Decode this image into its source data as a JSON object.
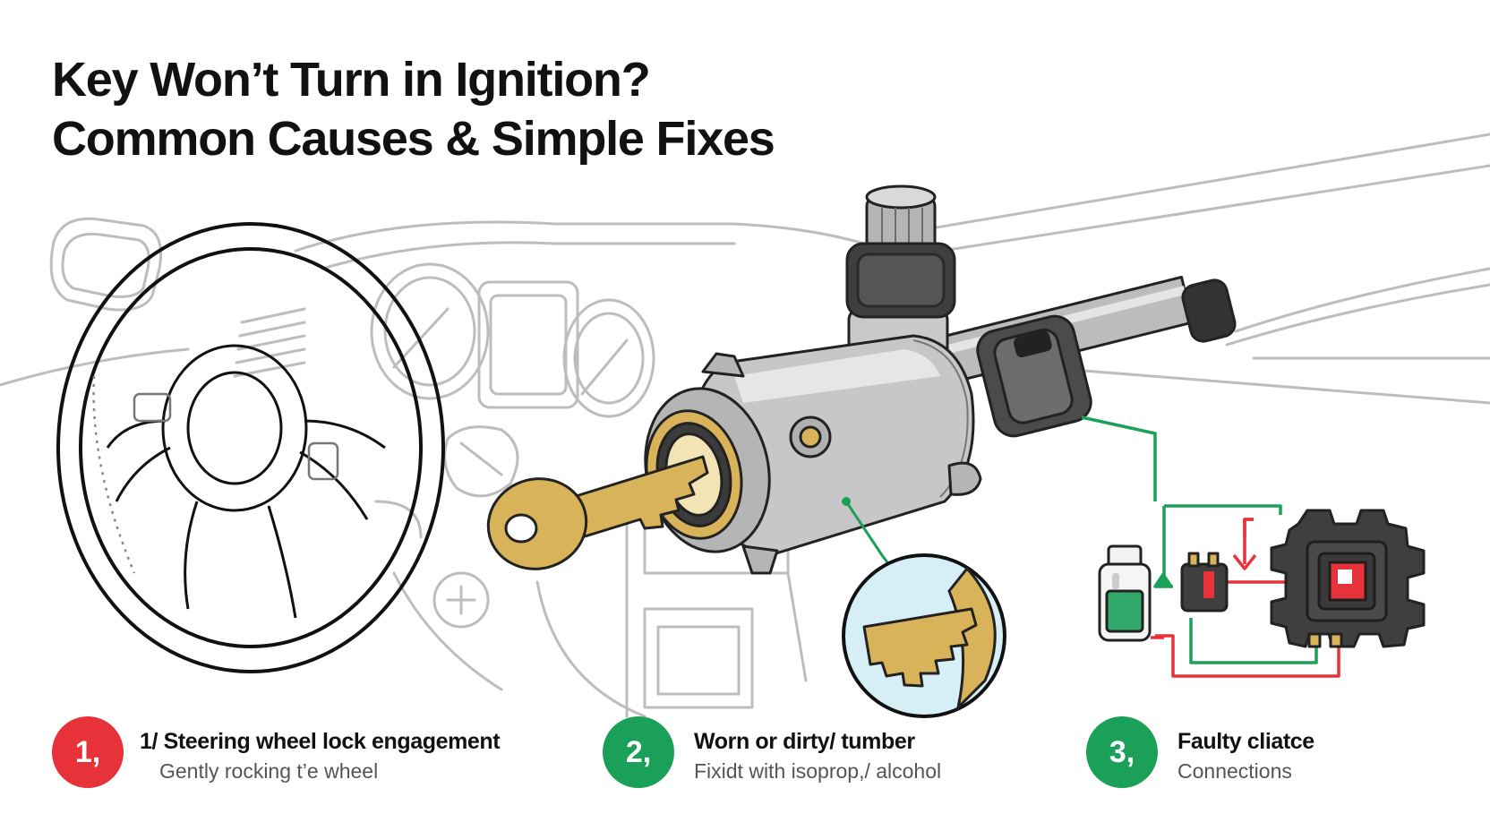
{
  "title": {
    "line1": "Key Won’t Turn in Ignition?",
    "line2": "Common Causes & Simple Fixes"
  },
  "colors": {
    "red": "#e8323a",
    "green": "#1aa058",
    "brass": "#d9b35a",
    "ink": "#111111",
    "sketch": "#bdbdbd",
    "metal": "#c8c8c8"
  },
  "steps": [
    {
      "number": "1,",
      "title": "1/ Steering wheel lock engagement",
      "subtitle": "Gently rocking t’e wheel",
      "color": "red"
    },
    {
      "number": "2,",
      "title": "Worn or dirty/ tumber",
      "subtitle": "Fixidt with isoprop,/ alcohol",
      "color": "green"
    },
    {
      "number": "3,",
      "title": "Faulty cliatce",
      "subtitle": "Connections",
      "color": "green"
    }
  ]
}
